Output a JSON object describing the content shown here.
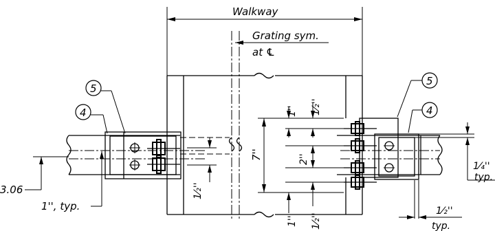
{
  "labels": {
    "walkway": "Walkway",
    "grating_line1": "Grating sym.",
    "grating_line2": "at ℄",
    "callout_5": "5",
    "callout_4": "4",
    "dim_3_06": "3.06",
    "dim_1in_typ": "1'', typ.",
    "dim_one_inch": "1''",
    "dim_half_inch": "1⁄₂''",
    "dim_seven": "7''",
    "dim_two": "2''",
    "dim_quarter_inch": "1⁄₄''",
    "dim_half_typ": "1⁄₂''",
    "typ": "typ."
  }
}
